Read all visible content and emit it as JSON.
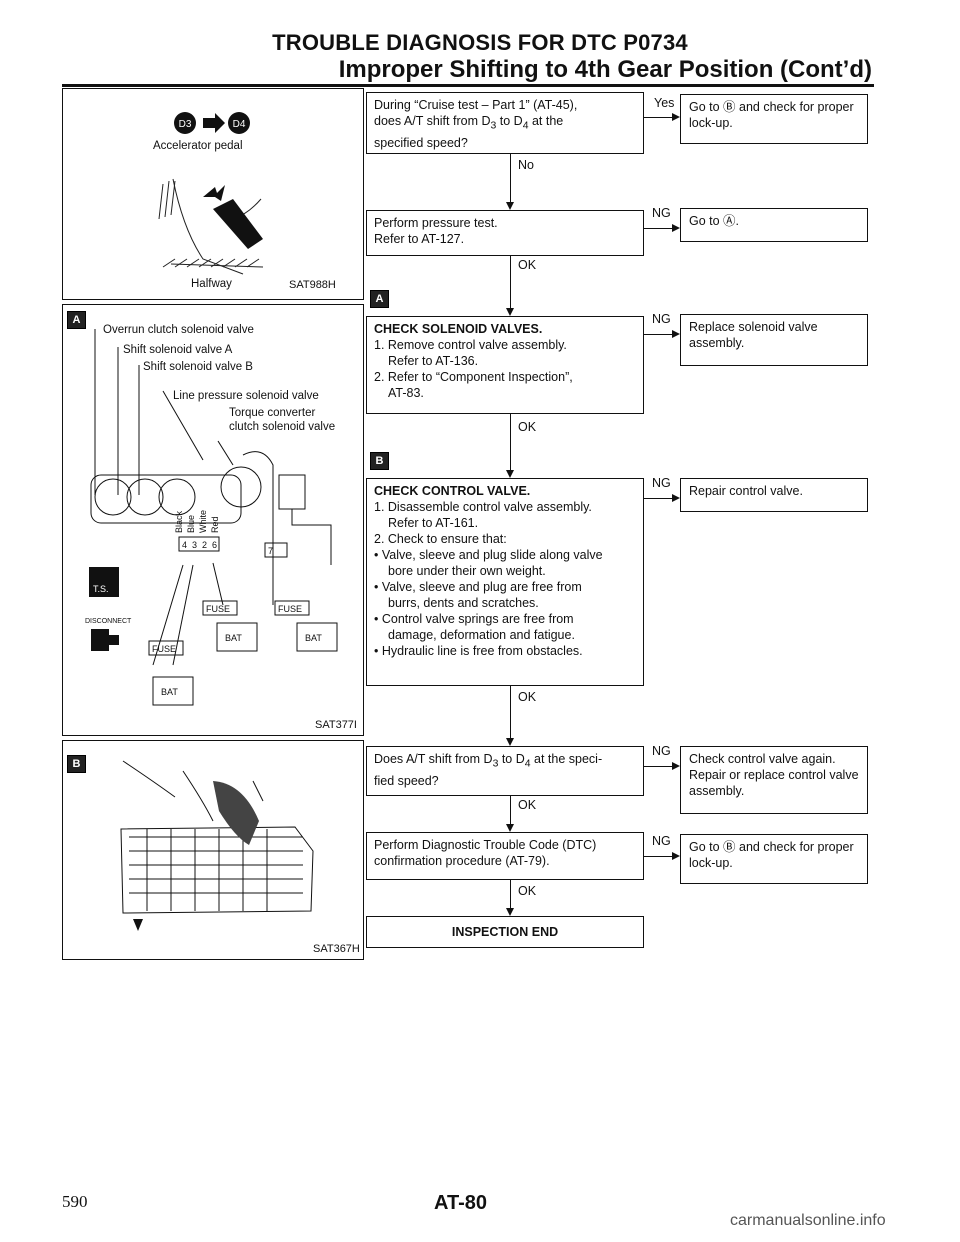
{
  "header": {
    "title": "TROUBLE DIAGNOSIS FOR DTC P0734",
    "subtitle": "Improper Shifting to 4th Gear Position (Cont’d)"
  },
  "figures": {
    "fig1": {
      "badge_from": "D3",
      "badge_to": "D4",
      "label_pedal": "Accelerator pedal",
      "label_halfway": "Halfway",
      "code": "SAT988H"
    },
    "fig2": {
      "mark": "A",
      "labels": [
        "Overrun clutch solenoid valve",
        "Shift solenoid valve A",
        "Shift solenoid valve B",
        "Line pressure solenoid valve",
        "Torque converter clutch solenoid valve"
      ],
      "wire_colors": [
        "Black",
        "Blue",
        "White",
        "Red"
      ],
      "terminals_left": [
        "4",
        "3",
        "2",
        "6"
      ],
      "terminal_right": "7",
      "fuse": "FUSE",
      "bat": "BAT",
      "ts": "T.S.",
      "disconnect": "DISCONNECT",
      "code": "SAT377I"
    },
    "fig3": {
      "mark": "B",
      "code": "SAT367H"
    }
  },
  "flow": {
    "q1": {
      "line1": "During “Cruise test – Part 1” (AT-45),",
      "line2_pre": "does A/T shift from D",
      "line2_mid": " to D",
      "line2_post": " at the",
      "sub_a": "3",
      "sub_b": "4",
      "line3": "specified speed?"
    },
    "q1_yes": "Yes",
    "q1_yes_box": "Go to Ⓑ and check for proper lock-up.",
    "q1_no": "No",
    "s2": {
      "line1": "Perform pressure test.",
      "line2": "Refer to AT-127."
    },
    "s2_ng": "NG",
    "s2_ng_box": "Go to Ⓐ.",
    "s2_ok": "OK",
    "mark_a": "A",
    "s3": {
      "head": "CHECK SOLENOID VALVES.",
      "i1": "1. Remove control valve assembly.",
      "i1b": "Refer to AT-136.",
      "i2": "2. Refer to “Component Inspection”,",
      "i2b": "AT-83."
    },
    "s3_ng": "NG",
    "s3_ng_box": "Replace solenoid valve assembly.",
    "s3_ok": "OK",
    "mark_b": "B",
    "s4": {
      "head": "CHECK CONTROL VALVE.",
      "i1": "1. Disassemble control valve assembly.",
      "i1b": "Refer to AT-161.",
      "i2": "2. Check to ensure that:",
      "b1": "• Valve, sleeve and plug slide along valve",
      "b1b": "bore under their own weight.",
      "b2": "• Valve, sleeve and plug are free from",
      "b2b": "burrs, dents and scratches.",
      "b3": "• Control valve springs are free from",
      "b3b": "damage, deformation and fatigue.",
      "b4": "• Hydraulic line is free from obstacles."
    },
    "s4_ng": "NG",
    "s4_ng_box": "Repair control valve.",
    "s4_ok": "OK",
    "q5": {
      "line1_pre": "Does A/T shift from D",
      "line1_mid": " to D",
      "line1_post": " at the speci-",
      "sub_a": "3",
      "sub_b": "4",
      "line2": "fied speed?"
    },
    "q5_ng": "NG",
    "q5_ng_box": "Check control valve again. Repair or replace control valve assembly.",
    "q5_ok": "OK",
    "s6": {
      "line1": "Perform Diagnostic Trouble Code (DTC)",
      "line2": "confirmation procedure (AT-79)."
    },
    "s6_ng": "NG",
    "s6_ng_box": "Go to Ⓑ and check for proper lock-up.",
    "s6_ok": "OK",
    "end": "INSPECTION END"
  },
  "footer": {
    "page_number": "590",
    "page_code": "AT-80",
    "watermark": "carmanualsonline.info"
  }
}
